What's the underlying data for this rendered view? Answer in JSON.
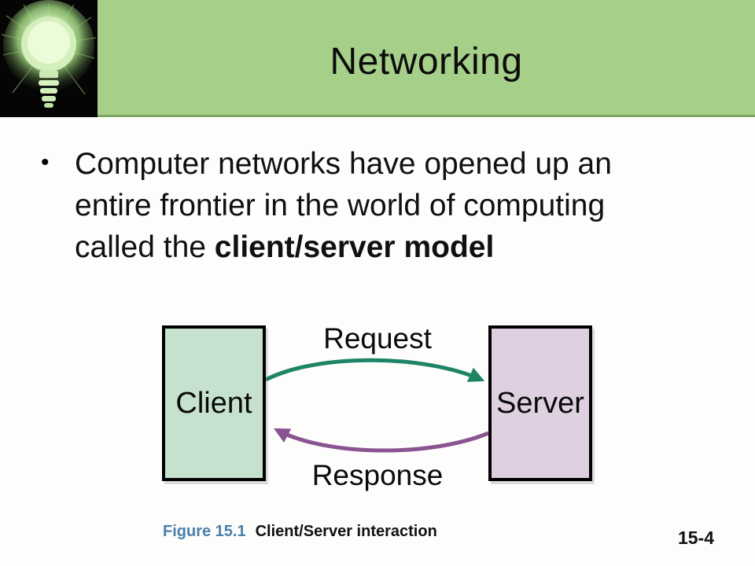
{
  "slide": {
    "title": "Networking",
    "bullet": {
      "marker": "•",
      "line1": "Computer networks have opened up an",
      "line2": "entire frontier in the world of computing",
      "line3_prefix": "called the ",
      "line3_bold": "client/server model"
    },
    "diagram": {
      "client_label": "Client",
      "server_label": "Server",
      "request_label": "Request",
      "response_label": "Response"
    },
    "caption": {
      "figure": "Figure 15.1",
      "text": "Client/Server interaction"
    },
    "page_number": "15-4",
    "icons": {
      "lightbulb": "lightbulb-icon"
    },
    "colors": {
      "header_green": "#a6cf89",
      "header_edge": "#7ea562",
      "client_fill": "#c6e2cf",
      "server_fill": "#decfe1",
      "request_arrow": "#1d8466",
      "response_arrow": "#8a5391",
      "caption_blue": "#4b80ab",
      "bulb_glow": "#d9f2c0"
    }
  }
}
